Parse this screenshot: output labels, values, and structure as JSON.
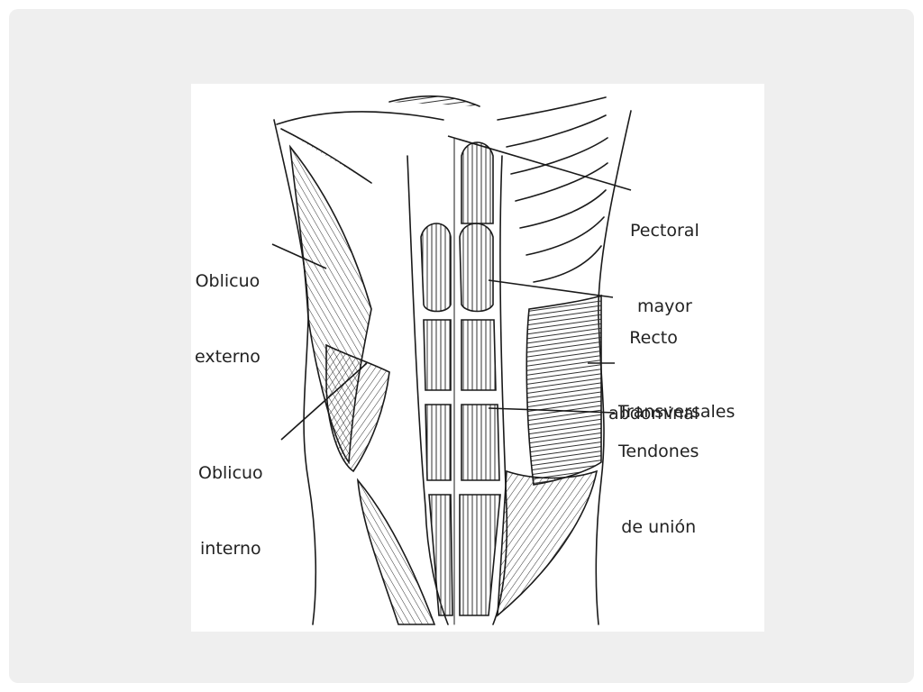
{
  "labels": {
    "pectoral_mayor": [
      "Pectoral",
      "mayor"
    ],
    "oblicuo_externo": [
      "Oblicuo",
      "externo"
    ],
    "recto_abdominal": [
      "Recto",
      "abdominal"
    ],
    "transversales": [
      "Transversales"
    ],
    "tendones_union": [
      "Tendones",
      "de unión"
    ],
    "oblicuo_interno": [
      "Oblicuo",
      "interno"
    ]
  },
  "colors": {
    "slide_background": "#efefef",
    "figure_background": "#ffffff",
    "line_art": "#1a1a1a"
  }
}
